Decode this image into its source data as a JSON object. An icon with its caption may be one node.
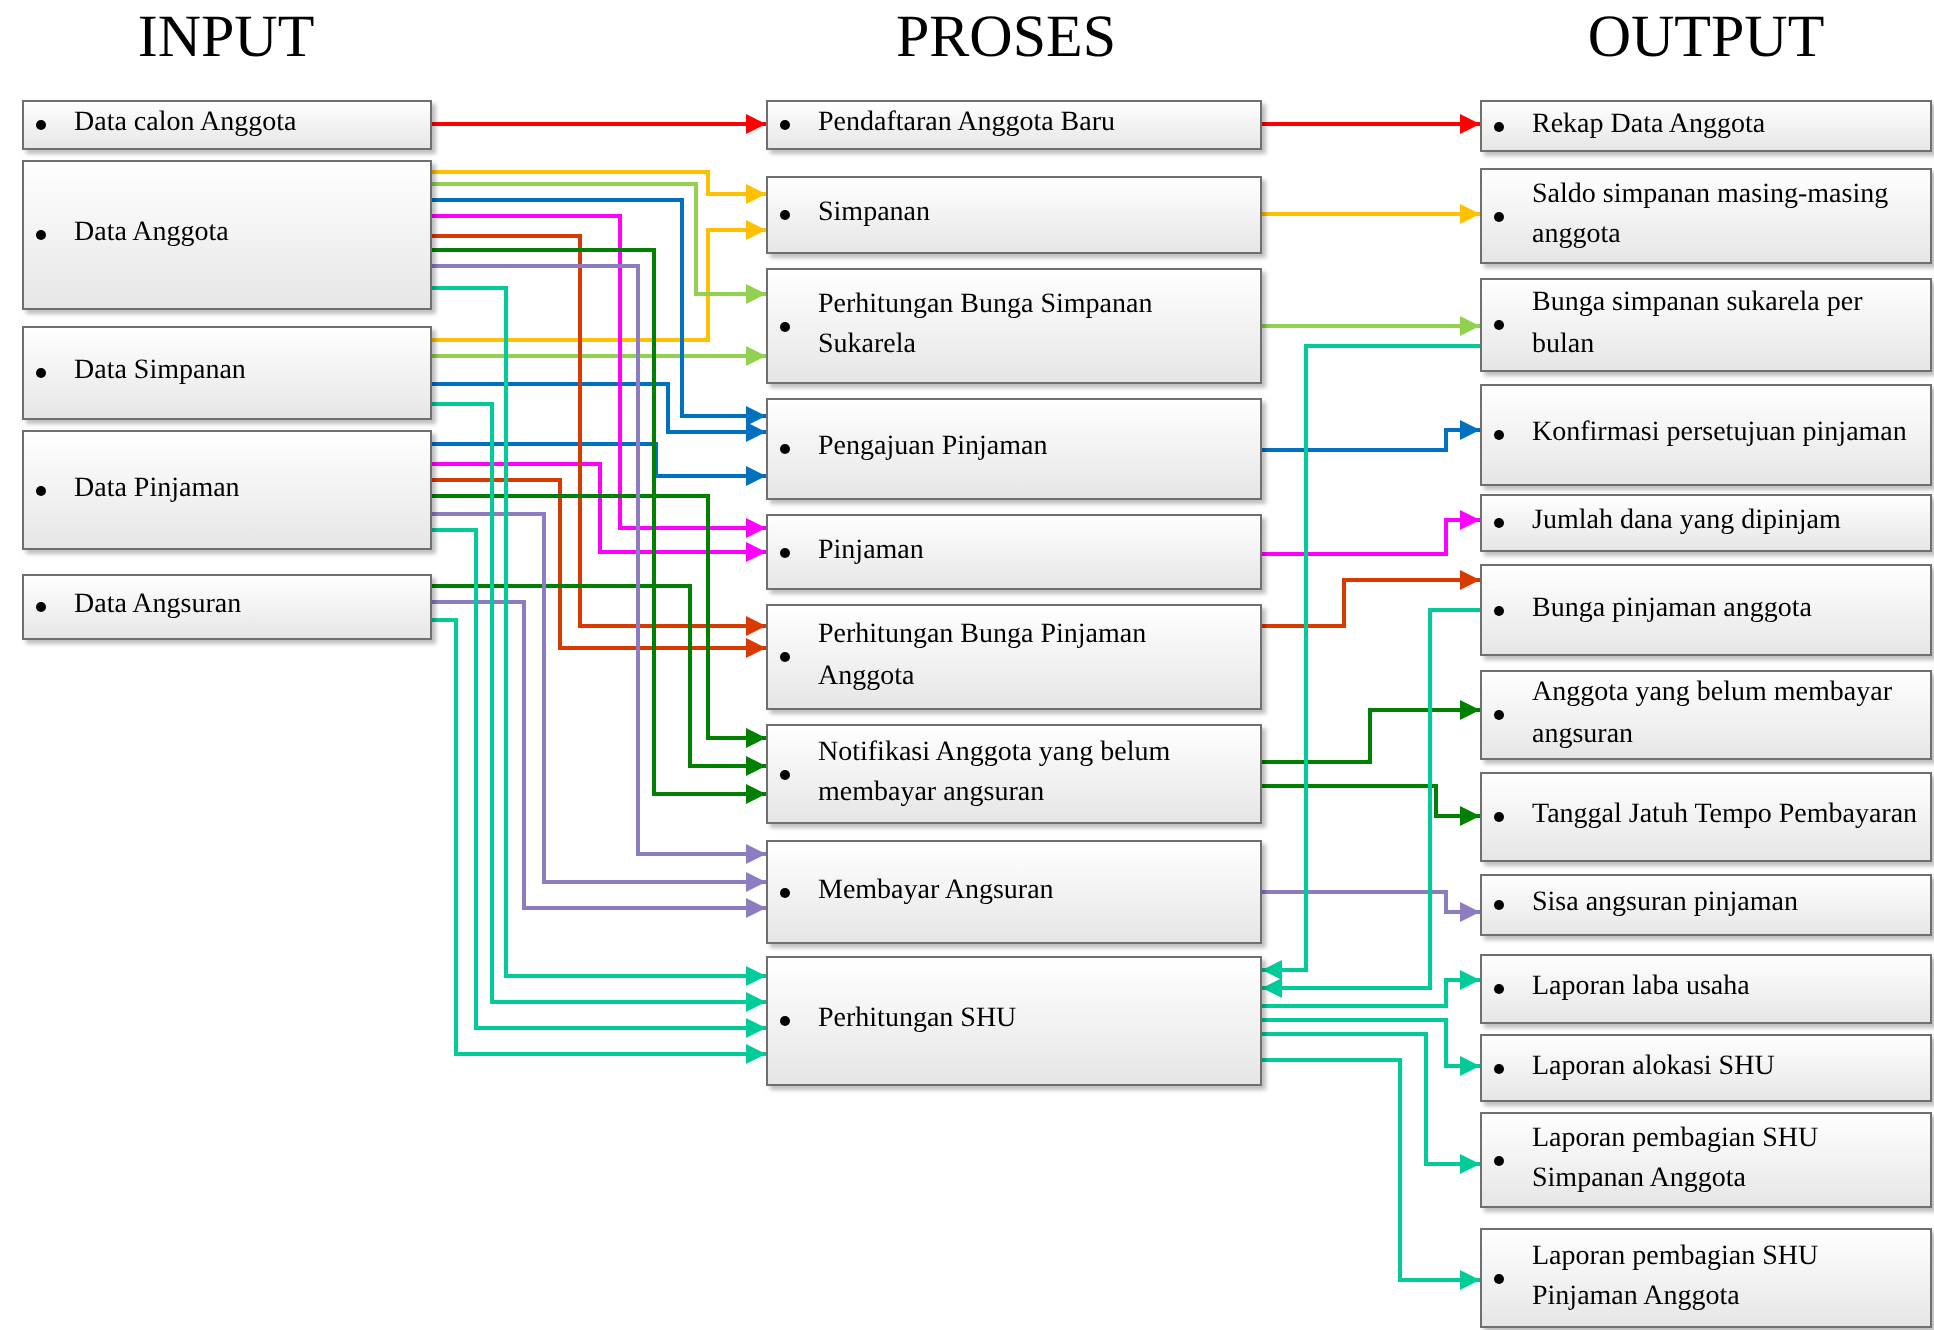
{
  "diagram": {
    "nodes": [
      {
        "text": [
          "Data calon Anggota"
        ]
      },
      {
        "text": [
          "Data Anggota"
        ]
      },
      {
        "text": [
          "Data Simpanan"
        ]
      },
      {
        "text": [
          "Data Pinjaman"
        ]
      },
      {
        "text": [
          "Data Angsuran"
        ]
      },
      {
        "text": [
          "Pendaftaran Anggota Baru"
        ]
      },
      {
        "text": [
          "Simpanan"
        ]
      },
      {
        "text": [
          "Perhitungan Bunga Simpanan Sukarela"
        ]
      },
      {
        "text": [
          "Pengajuan Pinjaman"
        ]
      },
      {
        "text": [
          "Pinjaman"
        ]
      },
      {
        "text": [
          "Perhitungan Bunga Pinjaman Anggota"
        ]
      },
      {
        "text": [
          "Notifikasi Anggota yang belum membayar angsuran"
        ]
      },
      {
        "text": [
          "Membayar Angsuran"
        ]
      },
      {
        "text": [
          "Perhitungan SHU"
        ]
      },
      {
        "text": [
          "Rekap Data Anggota"
        ]
      },
      {
        "text": [
          "Saldo simpanan masing-masing anggota"
        ]
      },
      {
        "text": [
          "Bunga simpanan sukarela per bulan"
        ]
      },
      {
        "text": [
          "Konfirmasi persetujuan pinjaman"
        ]
      },
      {
        "text": [
          "Jumlah dana yang dipinjam"
        ]
      },
      {
        "text": [
          "Bunga pinjaman anggota"
        ]
      },
      {
        "text": [
          "Anggota yang belum membayar angsuran"
        ]
      },
      {
        "text": [
          "Tanggal Jatuh Tempo Pembayaran"
        ]
      },
      {
        "text": [
          "Sisa angsuran pinjaman"
        ]
      },
      {
        "text": [
          "Laporan laba usaha"
        ]
      },
      {
        "text": [
          "Laporan alokasi SHU"
        ]
      },
      {
        "text": [
          "Laporan pembagian SHU Simpanan Anggota"
        ]
      },
      {
        "text": [
          "Laporan pembagian SHU Pinjaman Anggota"
        ]
      }
    ],
    "edges": [
      {
        "from": 0,
        "to": 5,
        "arrow": "to",
        "color": "#ff0000"
      },
      {
        "from": 1,
        "to": 6,
        "arrow": "to",
        "color": "#ffc000"
      },
      {
        "from": 2,
        "to": 6,
        "arrow": "to",
        "color": "#ffc000"
      },
      {
        "from": 1,
        "to": 7,
        "arrow": "to",
        "color": "#92d050"
      },
      {
        "from": 2,
        "to": 7,
        "arrow": "to",
        "color": "#92d050"
      },
      {
        "from": 1,
        "to": 8,
        "arrow": "to",
        "color": "#0070c0"
      },
      {
        "from": 2,
        "to": 8,
        "arrow": "to",
        "color": "#0070c0"
      },
      {
        "from": 3,
        "to": 8,
        "arrow": "to",
        "color": "#0070c0"
      },
      {
        "from": 1,
        "to": 9,
        "arrow": "to",
        "color": "#ff00ff"
      },
      {
        "from": 3,
        "to": 9,
        "arrow": "to",
        "color": "#ff00ff"
      },
      {
        "from": 1,
        "to": 10,
        "arrow": "to",
        "color": "#d83b01"
      },
      {
        "from": 3,
        "to": 10,
        "arrow": "to",
        "color": "#d83b01"
      },
      {
        "from": 1,
        "to": 11,
        "arrow": "to",
        "color": "#008000"
      },
      {
        "from": 3,
        "to": 11,
        "arrow": "to",
        "color": "#008000"
      },
      {
        "from": 4,
        "to": 11,
        "arrow": "to",
        "color": "#008000"
      },
      {
        "from": 1,
        "to": 12,
        "arrow": "to",
        "color": "#8e7cc3"
      },
      {
        "from": 3,
        "to": 12,
        "arrow": "to",
        "color": "#8e7cc3"
      },
      {
        "from": 4,
        "to": 12,
        "arrow": "to",
        "color": "#8e7cc3"
      },
      {
        "from": 1,
        "to": 13,
        "arrow": "to"
      },
      {
        "from": 2,
        "to": 13,
        "arrow": "to"
      },
      {
        "from": 3,
        "to": 13,
        "arrow": "to"
      },
      {
        "from": 4,
        "to": 13,
        "arrow": "to"
      },
      {
        "from": 5,
        "to": 14,
        "arrow": "to",
        "color": "#ff0000"
      },
      {
        "from": 6,
        "to": 15,
        "arrow": "to",
        "color": "#ffc000"
      },
      {
        "from": 7,
        "to": 16,
        "arrow": "to",
        "color": "#92d050"
      },
      {
        "from": 8,
        "to": 17,
        "arrow": "to",
        "color": "#0070c0"
      },
      {
        "from": 9,
        "to": 18,
        "arrow": "to",
        "color": "#ff00ff"
      },
      {
        "from": 10,
        "to": 19,
        "arrow": "to",
        "color": "#d83b01"
      },
      {
        "from": 11,
        "to": 20,
        "arrow": "to",
        "color": "#008000"
      },
      {
        "from": 11,
        "to": 21,
        "arrow": "to",
        "color": "#008000"
      },
      {
        "from": 12,
        "to": 22,
        "arrow": "to",
        "color": "#8e7cc3"
      },
      {
        "from": 16,
        "to": 13,
        "arrow": "to"
      },
      {
        "from": 19,
        "to": 13,
        "arrow": "to"
      },
      {
        "from": 13,
        "to": 23,
        "arrow": "to"
      },
      {
        "from": 13,
        "to": 24,
        "arrow": "to"
      },
      {
        "from": 13,
        "to": 25,
        "arrow": "to"
      },
      {
        "from": 13,
        "to": 26,
        "arrow": "to"
      }
    ],
    "labels": [
      "INPUT",
      "PROSES",
      "OUTPUT"
    ]
  }
}
